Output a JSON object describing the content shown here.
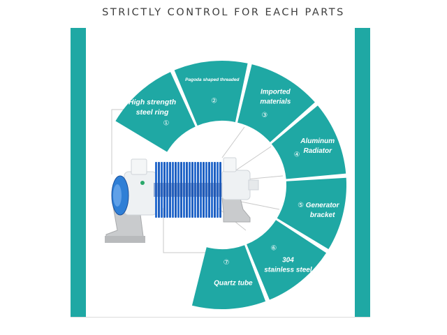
{
  "title": "STRICTLY CONTROL FOR EACH PARTS",
  "colors": {
    "accent": "#1fa8a4",
    "fin_blue": "#1f5fbf",
    "cap_blue": "#2f7fd6"
  },
  "parts": [
    {
      "number": "①",
      "label_lines": [
        "High strength",
        "steel ring"
      ]
    },
    {
      "number": "②",
      "label_lines": [
        "Pagoda shaped threaded"
      ]
    },
    {
      "number": "③",
      "label_lines": [
        "Imported",
        "materials"
      ]
    },
    {
      "number": "④",
      "label_lines": [
        "Aluminum",
        "Radiator"
      ]
    },
    {
      "number": "⑤",
      "label_lines": [
        "Generator",
        "bracket"
      ]
    },
    {
      "number": "⑥",
      "label_lines": [
        "304",
        "stainless steel"
      ]
    },
    {
      "number": "⑦",
      "label_lines": [
        "Quartz tube"
      ]
    }
  ]
}
